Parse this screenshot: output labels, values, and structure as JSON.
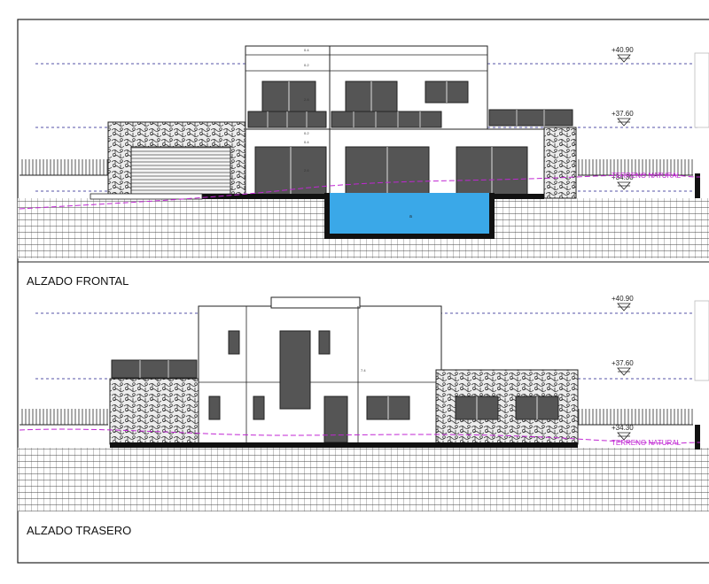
{
  "front": {
    "title": "ALZADO FRONTAL",
    "level_top": "+40.90",
    "level_mid": "+37.60",
    "level_low": "+34.30",
    "terrain": "TERRENO NATURAL",
    "dims": [
      "0.4",
      "0.2",
      "2.8",
      "0.2",
      "0.4",
      "2.6"
    ],
    "pool_mark": "a"
  },
  "rear": {
    "title": "ALZADO TRASERO",
    "level_top": "+40.90",
    "level_mid": "+37.60",
    "level_low": "+34.30",
    "terrain": "TERRENO NATURAL",
    "dims": [
      "7.4"
    ]
  },
  "colors": {
    "terrain_line": "#c026d3",
    "level_line": "#1e1b8a",
    "pool": "#3aa8e8",
    "stone": "#d9d9d9"
  }
}
